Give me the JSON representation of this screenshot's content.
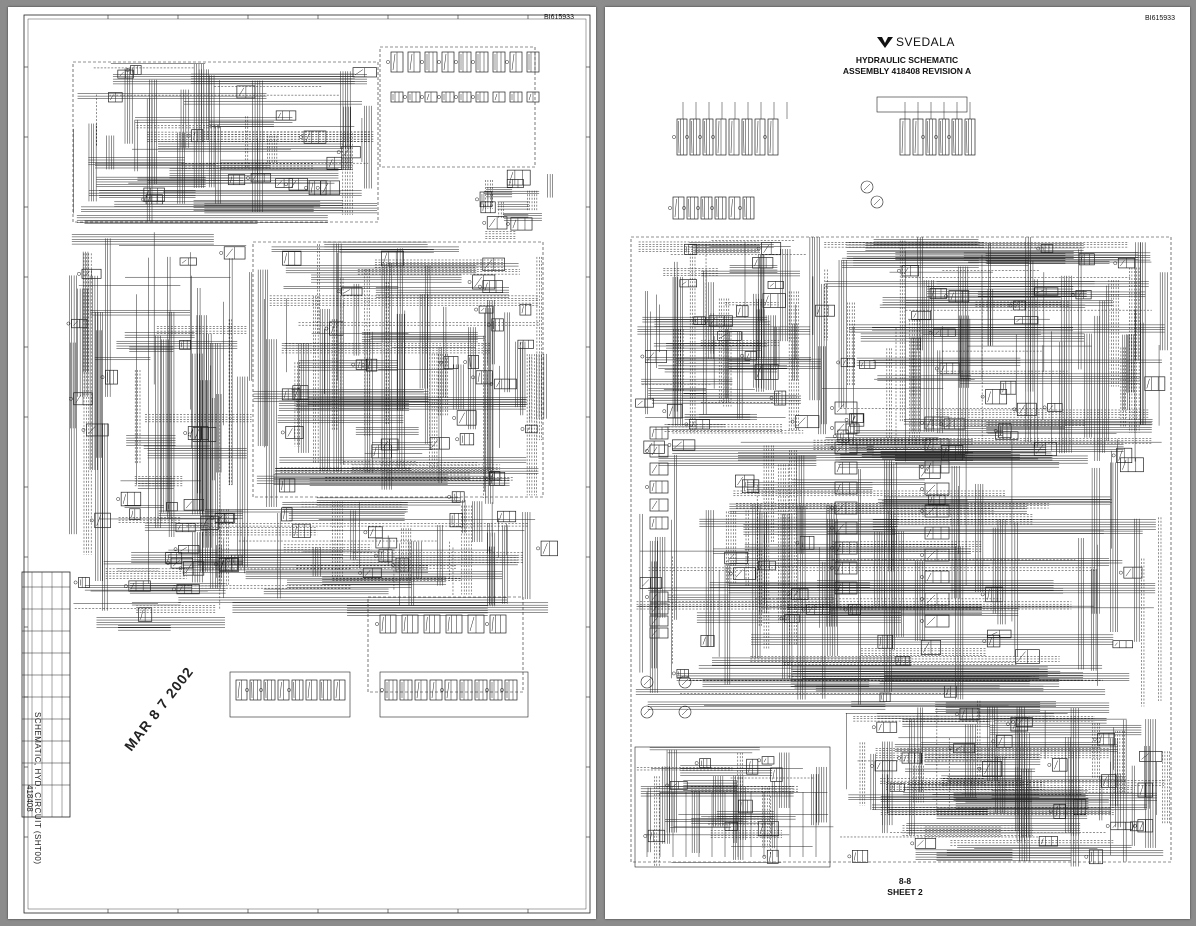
{
  "left_page": {
    "doc_id": "BI615933",
    "stamp": "MAR 8 7 2002",
    "titleblock_title": "SCHEMATIC, HYD. CIRCUIT (SHT00)",
    "titleblock_number": "418408"
  },
  "right_page": {
    "doc_id": "BI615933",
    "logo_text": "SVEDALA",
    "title_line1": "HYDRAULIC SCHEMATIC",
    "title_line2": "ASSEMBLY 418408 REVISION A",
    "page_number": "8-8",
    "sheet": "SHEET 2"
  },
  "colors": {
    "background": "#8c8c8c",
    "paper": "#ffffff",
    "ink": "#222222"
  },
  "icons": {
    "logo_mark": "chevron-logo-icon"
  }
}
